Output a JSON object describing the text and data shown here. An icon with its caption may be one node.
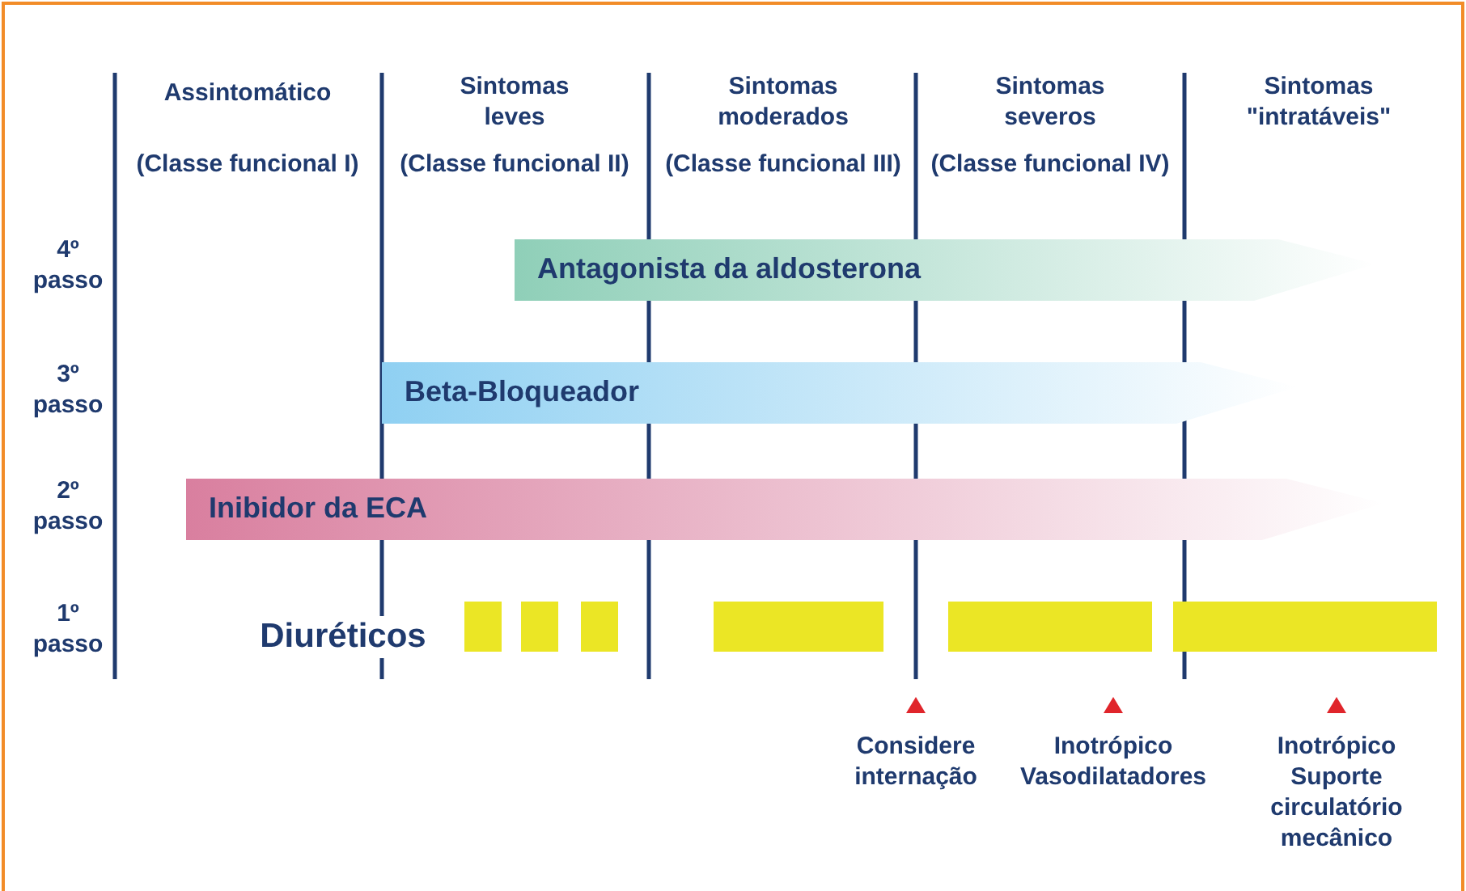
{
  "diagram": {
    "nodes": [
      {
        "text": [
          "Antagonista da aldosterona"
        ]
      },
      {
        "text": [
          "Beta-Bloqueador"
        ]
      },
      {
        "text": [
          "Inibidor da ECA"
        ]
      },
      {
        "text": [],
        "shape": "bar"
      },
      {
        "text": [],
        "shape": "bar"
      },
      {
        "text": [],
        "shape": "bar"
      },
      {
        "text": [],
        "shape": "bar"
      },
      {
        "text": [],
        "shape": "bar"
      },
      {
        "text": [],
        "shape": "bar"
      }
    ],
    "edges": [],
    "labels": [
      "Assintomático",
      "Sintomas leves",
      "Sintomas moderados",
      "Sintomas severos",
      "Sintomas \"intratáveis\"",
      "(Classe funcional I)",
      "(Classe funcional II)",
      "(Classe funcional III)",
      "(Classe funcional IV)",
      "4º passo",
      "3º passo",
      "2º passo",
      "1º passo",
      "Diuréticos",
      "Considere internação",
      "Inotrópico Vasodilatadores",
      "Inotrópico Suporte circulatório mecânico"
    ]
  }
}
